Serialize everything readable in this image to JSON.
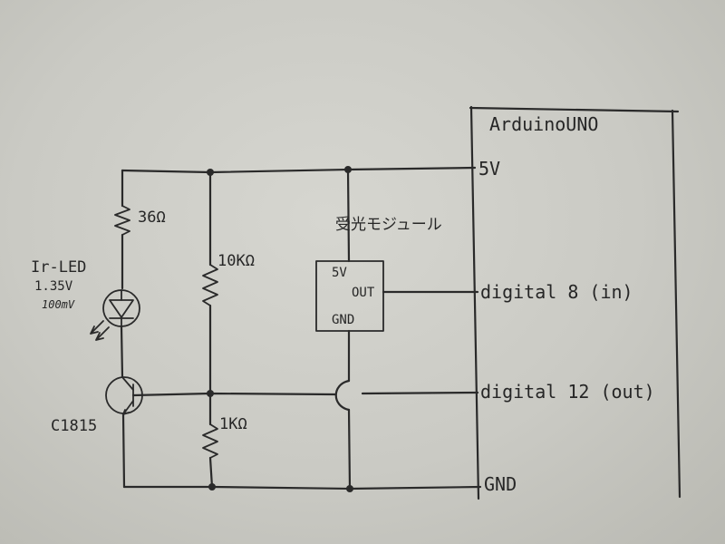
{
  "arduino": {
    "title": "ArduinoUNO",
    "pins": {
      "v5": "5V",
      "digital8": "digital 8 (in)",
      "digital12": "digital 12 (out)",
      "gnd": "GND"
    }
  },
  "module": {
    "label": "受光モジュール",
    "pins": {
      "v5": "5V",
      "out": "OUT",
      "gnd": "GND"
    }
  },
  "led": {
    "name": "Ir-LED",
    "voltage": "1.35V",
    "current": "100mV"
  },
  "transistor": {
    "name": "C1815"
  },
  "resistors": {
    "r1": "36Ω",
    "r2": "10KΩ",
    "r3": "1KΩ"
  }
}
